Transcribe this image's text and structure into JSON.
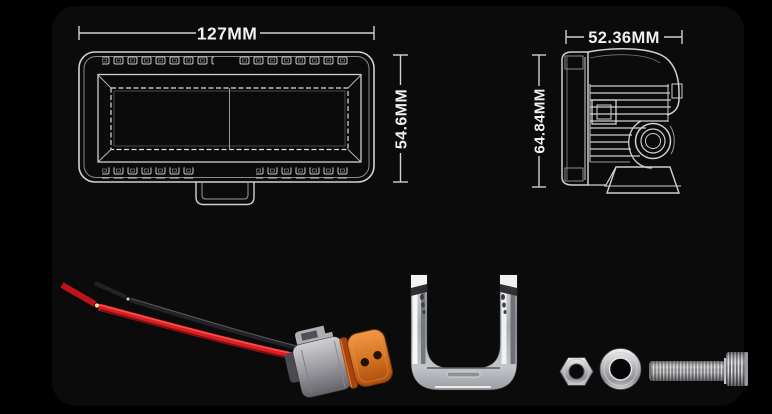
{
  "page": {
    "name": "led-work-light-dimension-sheet",
    "background": "#000000",
    "panel_color": "#0b0b0b"
  },
  "diagram": {
    "front_view": {
      "name": "light-bar-front-view",
      "width_label": "127MM",
      "height_label": "54.6MM"
    },
    "side_view": {
      "name": "light-pod-side-view",
      "width_label": "52.36MM",
      "height_label": "64.84MM"
    }
  },
  "accessories": [
    {
      "id": "wiring-harness",
      "desc": "red-black-pigtail-with-2pin-dt-connector"
    },
    {
      "id": "u-mounting-bracket",
      "desc": "chrome-u-bracket-with-slot"
    },
    {
      "id": "hex-nut"
    },
    {
      "id": "flat-washer"
    },
    {
      "id": "socket-head-bolt"
    }
  ],
  "colors": {
    "line_art": "#d2d2d2",
    "dimension_text": "#f1f1f1",
    "wire_red": "#d81f26",
    "wire_black": "#232327",
    "connector_gray": "#9b9ba1",
    "connector_orange": "#d3701f",
    "chrome_light": "#f4f4f6",
    "chrome_dark": "#55585c",
    "hardware_silver": "#c9c9cc"
  }
}
